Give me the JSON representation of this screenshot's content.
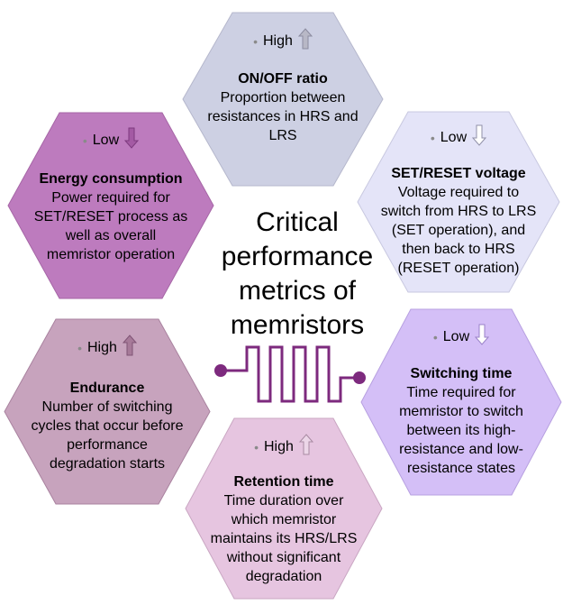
{
  "center_title_lines": [
    "Critical",
    "performance",
    "metrics of",
    "memristors"
  ],
  "colors": {
    "on_off": "#cdd0e3",
    "energy": "#bd7bbe",
    "set_reset": "#e4e4f8",
    "endurance": "#c7a3bd",
    "switching": "#d4bff7",
    "retention": "#e6c5e0",
    "resistor": "#7d2a7e",
    "arrow_fill_high": "#b8b8c6",
    "arrow_fill_low": "#ffffff"
  },
  "metrics": {
    "on_off": {
      "level": "High",
      "direction": "up",
      "title": "ON/OFF ratio",
      "desc_lines": [
        "Proportion between",
        "resistances in HRS and",
        "LRS"
      ]
    },
    "energy": {
      "level": "Low",
      "direction": "down",
      "title": "Energy consumption",
      "desc_lines": [
        "Power required for",
        "SET/RESET process as",
        "well as overall",
        "memristor operation"
      ]
    },
    "set_reset": {
      "level": "Low",
      "direction": "down",
      "title": "SET/RESET voltage",
      "desc_lines": [
        "Voltage required to",
        "switch from HRS to LRS",
        "(SET operation), and",
        "then back to HRS",
        "(RESET operation)"
      ]
    },
    "endurance": {
      "level": "High",
      "direction": "up",
      "title": "Endurance",
      "desc_lines": [
        "Number of switching",
        "cycles that occur before",
        "performance",
        "degradation starts"
      ]
    },
    "switching": {
      "level": "Low",
      "direction": "down",
      "title": "Switching time",
      "desc_lines": [
        "Time required for",
        "memristor to switch",
        "between its high-",
        "resistance and low-",
        "resistance states"
      ]
    },
    "retention": {
      "level": "High",
      "direction": "up",
      "title": "Retention time",
      "desc_lines": [
        "Time duration over",
        "which memristor",
        "maintains its HRS/LRS",
        "without significant",
        "degradation"
      ]
    }
  }
}
